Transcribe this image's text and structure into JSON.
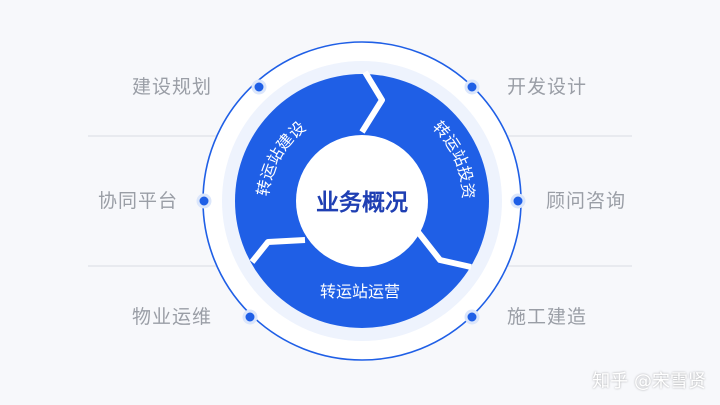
{
  "center": {
    "title": "业务概况"
  },
  "segments": {
    "left": "转运站建设",
    "right": "转运站投资",
    "bottom": "转运站运营"
  },
  "left_labels": [
    "建设规划",
    "协同平台",
    "物业运维"
  ],
  "right_labels": [
    "开发设计",
    "顾问咨询",
    "施工建造"
  ],
  "watermark": "知乎 @宋雪贤",
  "colors": {
    "primary": "#1f5fe6",
    "ring": "#1f5fe6",
    "dot": "#1f5fe6",
    "label": "#9a9ea6",
    "divider": "#d9dce3",
    "background": "#f7f8fb"
  }
}
